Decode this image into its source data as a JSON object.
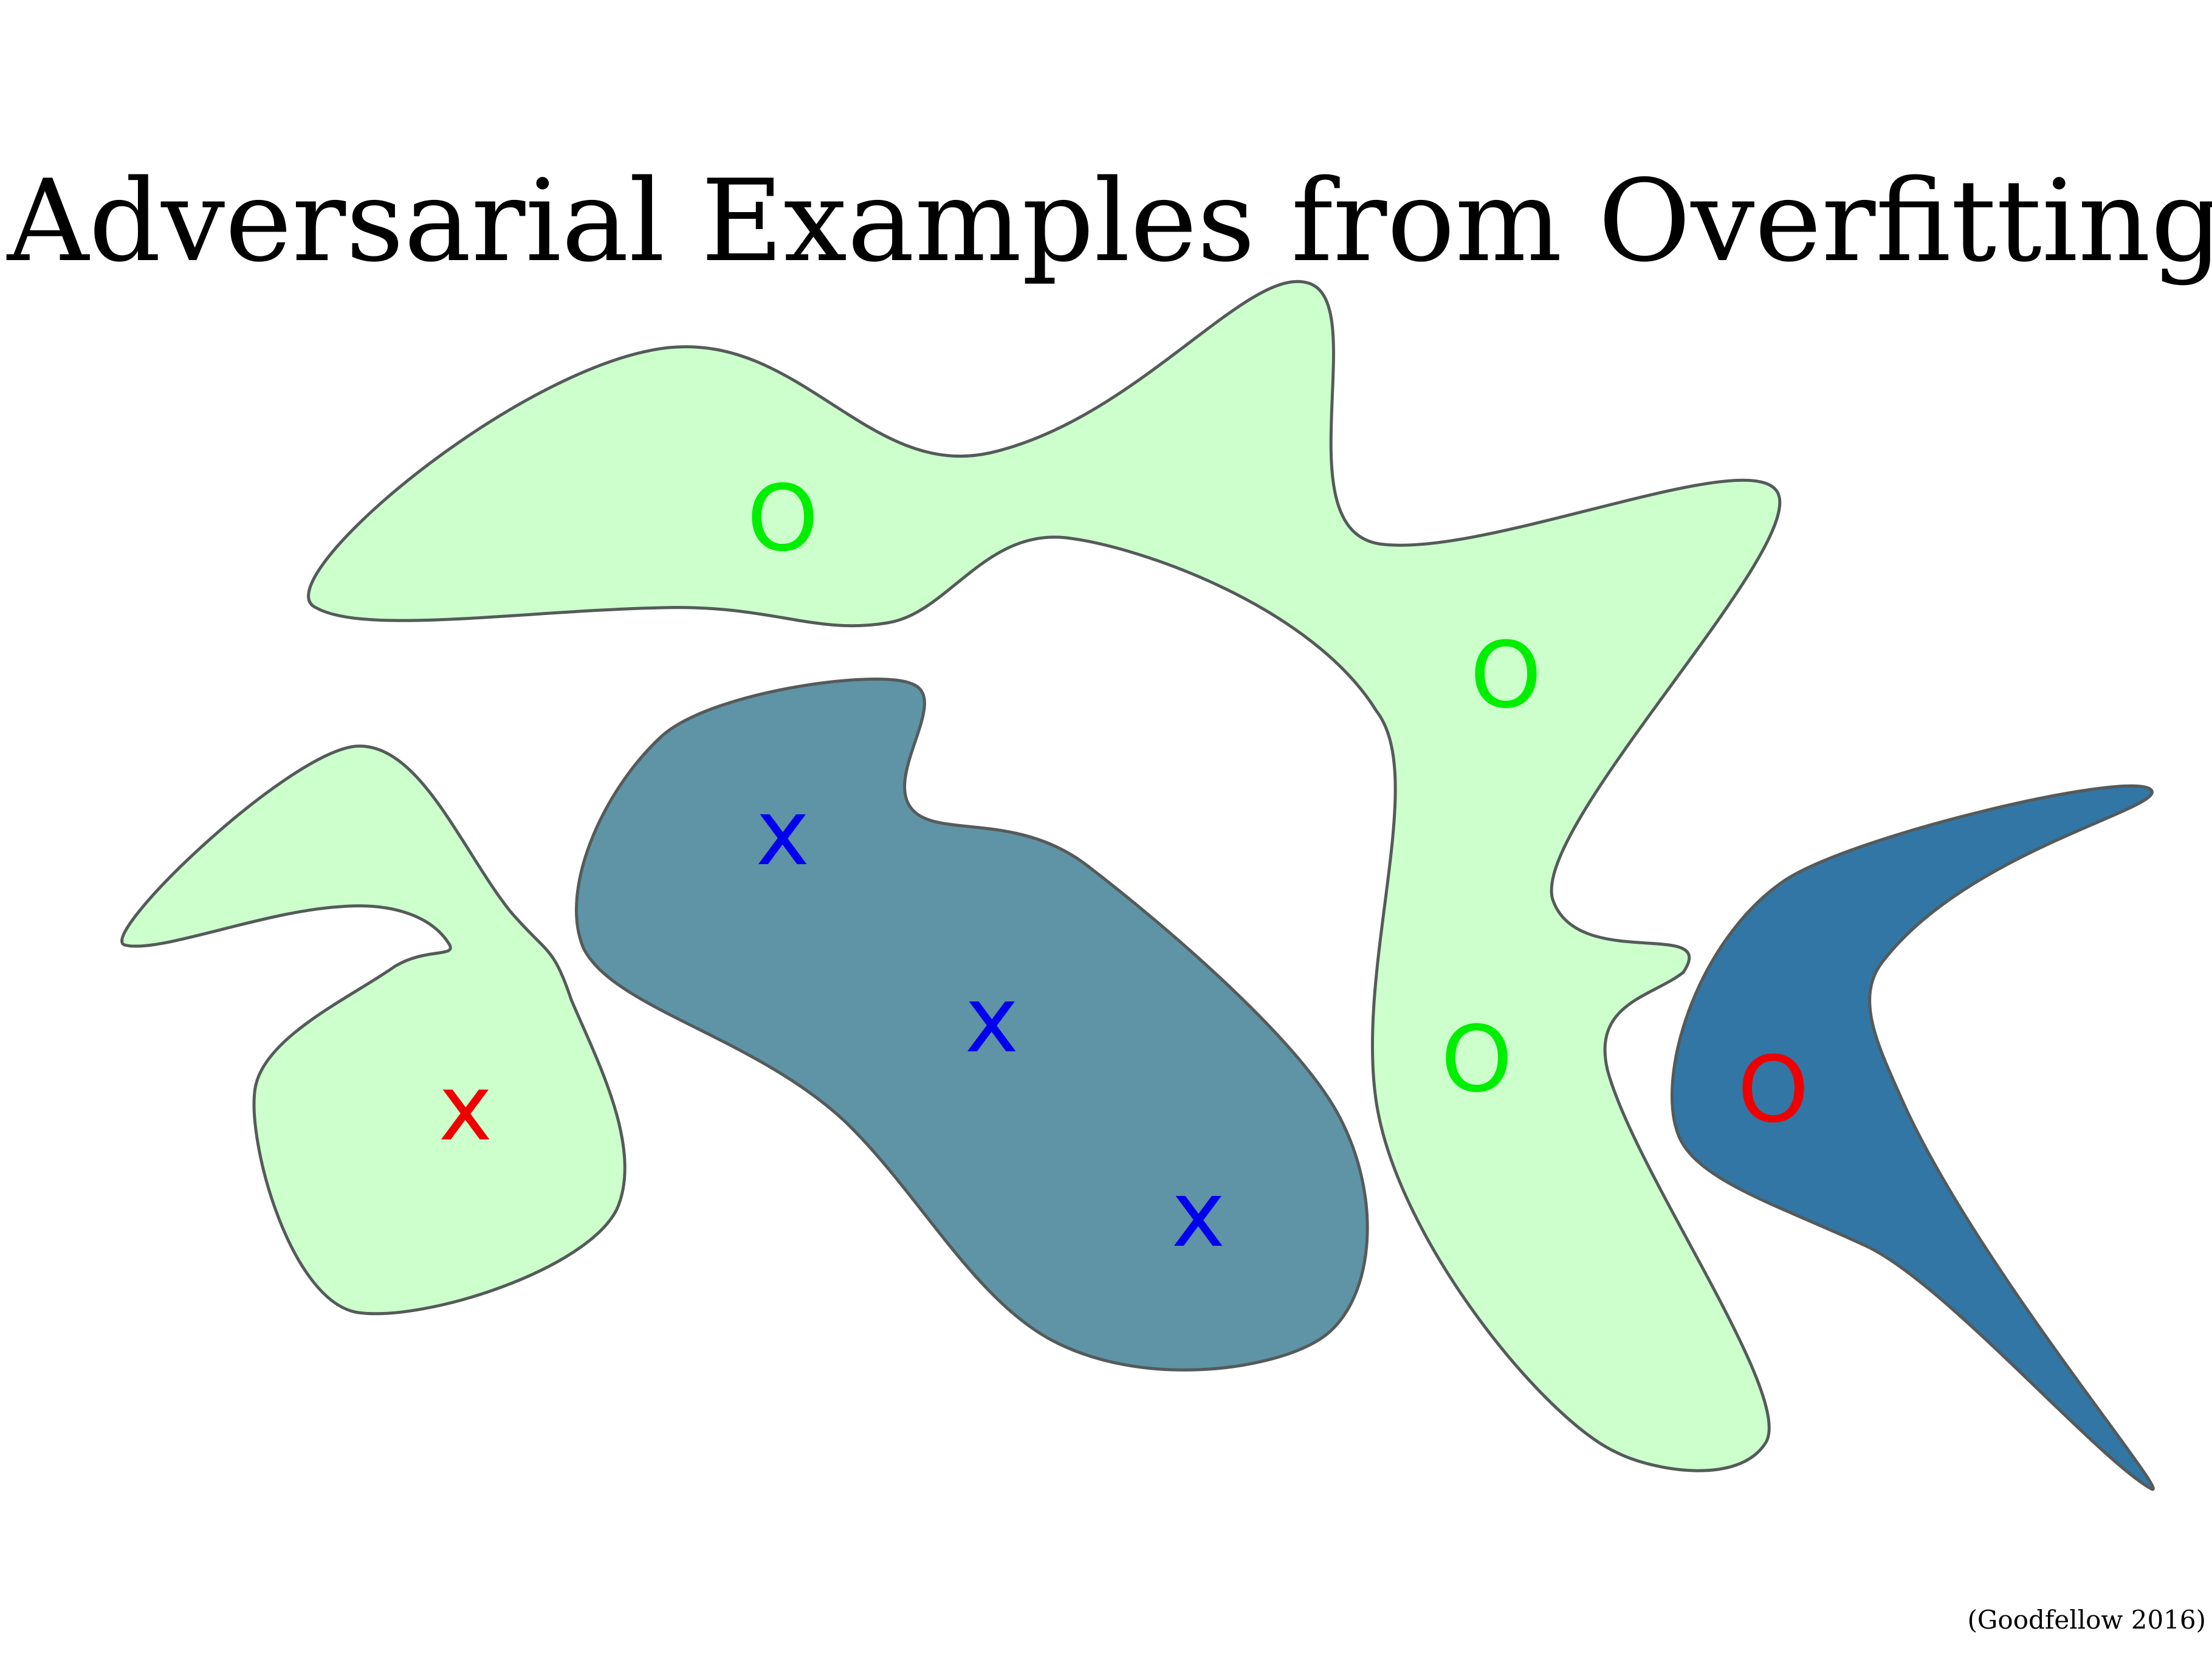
{
  "slide": {
    "title": "Adversarial Examples from Overfitting",
    "citation": "(Goodfellow 2016)"
  },
  "colors": {
    "green_region": "#ccffcc",
    "teal_region": "#5e94a5",
    "blue_region": "#3176a4",
    "outline": "#555a5a",
    "green_marker": "#00ee00",
    "blue_marker": "#0000ee",
    "red_marker": "#ee0000"
  },
  "markers": {
    "o_top": "O",
    "o_mid_right": "O",
    "o_lower_right": "O",
    "o_red": "O",
    "x_red": "x",
    "x_blue_1": "x",
    "x_blue_2": "x",
    "x_blue_3": "x"
  }
}
